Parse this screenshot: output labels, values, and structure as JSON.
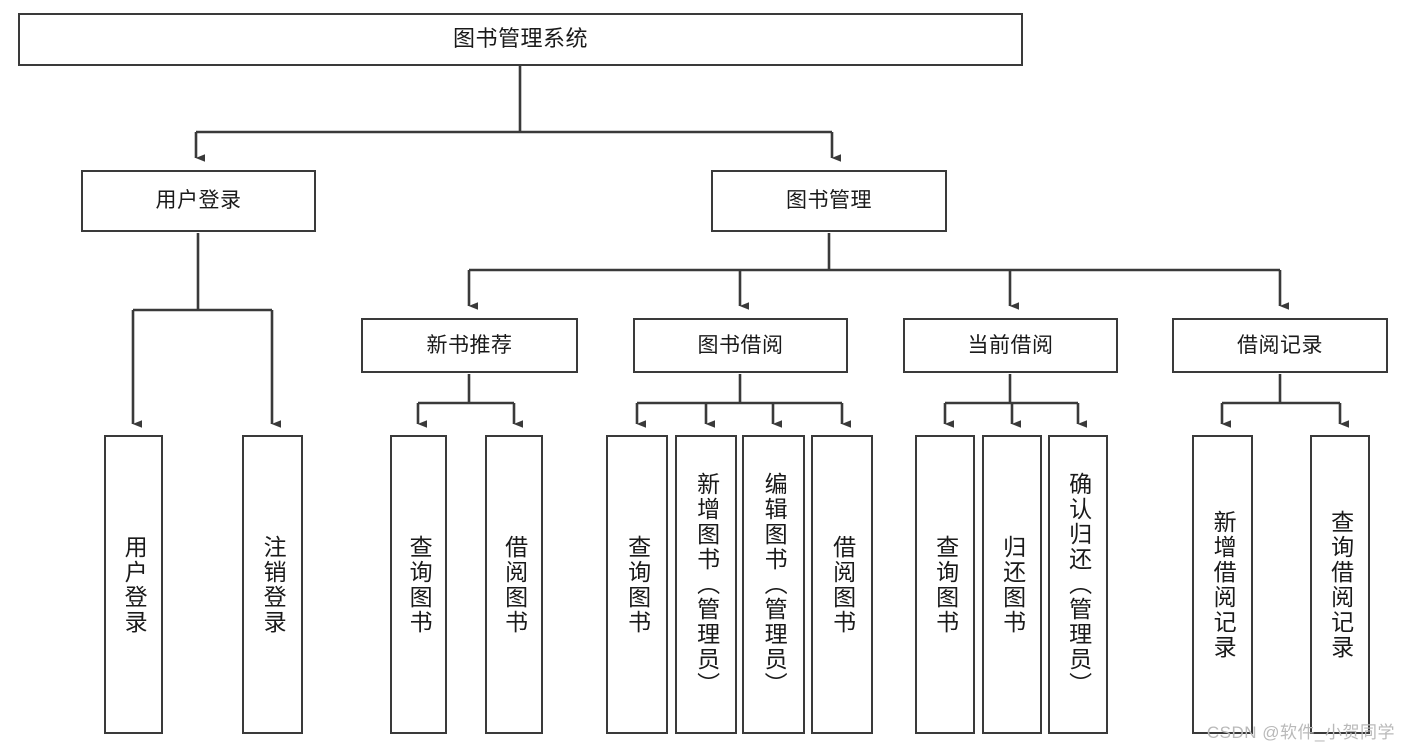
{
  "diagram": {
    "title": "图书管理系统",
    "type": "tree",
    "colors": {
      "box_border": "#3a3a3a",
      "box_fill": "#ffffff",
      "edge": "#3a3a3a",
      "text": "#1a1a1a",
      "watermark": "#b9b9b9",
      "background": "#ffffff"
    },
    "root": {
      "label": "图书管理系统"
    },
    "level2": [
      {
        "label": "用户登录"
      },
      {
        "label": "图书管理"
      }
    ],
    "level3": [
      {
        "label": "新书推荐"
      },
      {
        "label": "图书借阅"
      },
      {
        "label": "当前借阅"
      },
      {
        "label": "借阅记录"
      }
    ],
    "leaves": {
      "user_login": [
        {
          "label": "用户登录"
        },
        {
          "label": "注销登录"
        }
      ],
      "new_book_recommend": [
        {
          "label": "查询图书"
        },
        {
          "label": "借阅图书"
        }
      ],
      "book_borrow": [
        {
          "label": "查询图书"
        },
        {
          "label": "新增图书（管理员）"
        },
        {
          "label": "编辑图书（管理员）"
        },
        {
          "label": "借阅图书"
        }
      ],
      "current_borrow": [
        {
          "label": "查询图书"
        },
        {
          "label": "归还图书"
        },
        {
          "label": "确认归还（管理员）"
        }
      ],
      "borrow_record": [
        {
          "label": "新增借阅记录"
        },
        {
          "label": "查询借阅记录"
        }
      ]
    }
  },
  "watermark": {
    "text": "CSDN @软件_小贺同学"
  }
}
